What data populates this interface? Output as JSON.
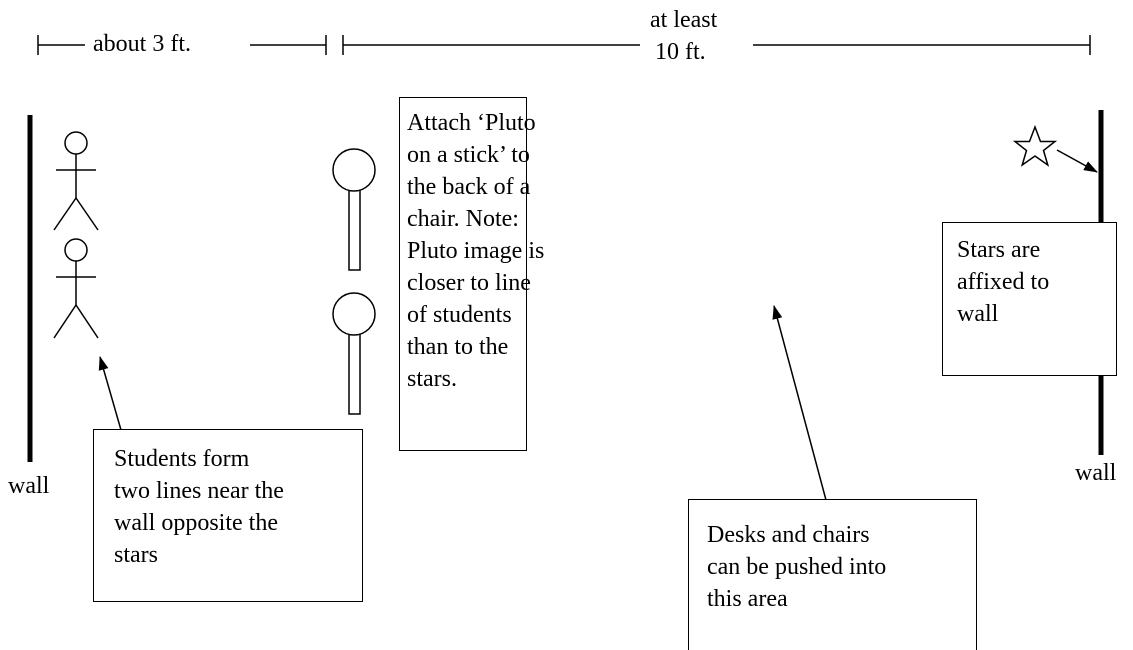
{
  "dimensions": {
    "left_label": "about 3 ft.",
    "right_label_line1": "at least",
    "right_label_line2": "10 ft."
  },
  "walls": {
    "left_label": "wall",
    "right_label": "wall"
  },
  "notes": {
    "pluto": {
      "lines": [
        "Attach ‘Pluto",
        "on a stick’ to",
        "the back of a",
        "chair.   Note:",
        "Pluto image is",
        "closer to line",
        "of students",
        "than to the",
        "stars."
      ]
    },
    "stars": {
      "lines": [
        "Stars are",
        "affixed to",
        "wall"
      ]
    },
    "students": {
      "lines": [
        "Students form",
        "two lines near the",
        "wall opposite the",
        "stars"
      ]
    },
    "desks": {
      "lines": [
        "Desks and chairs",
        "can be pushed into",
        "this area"
      ]
    }
  }
}
